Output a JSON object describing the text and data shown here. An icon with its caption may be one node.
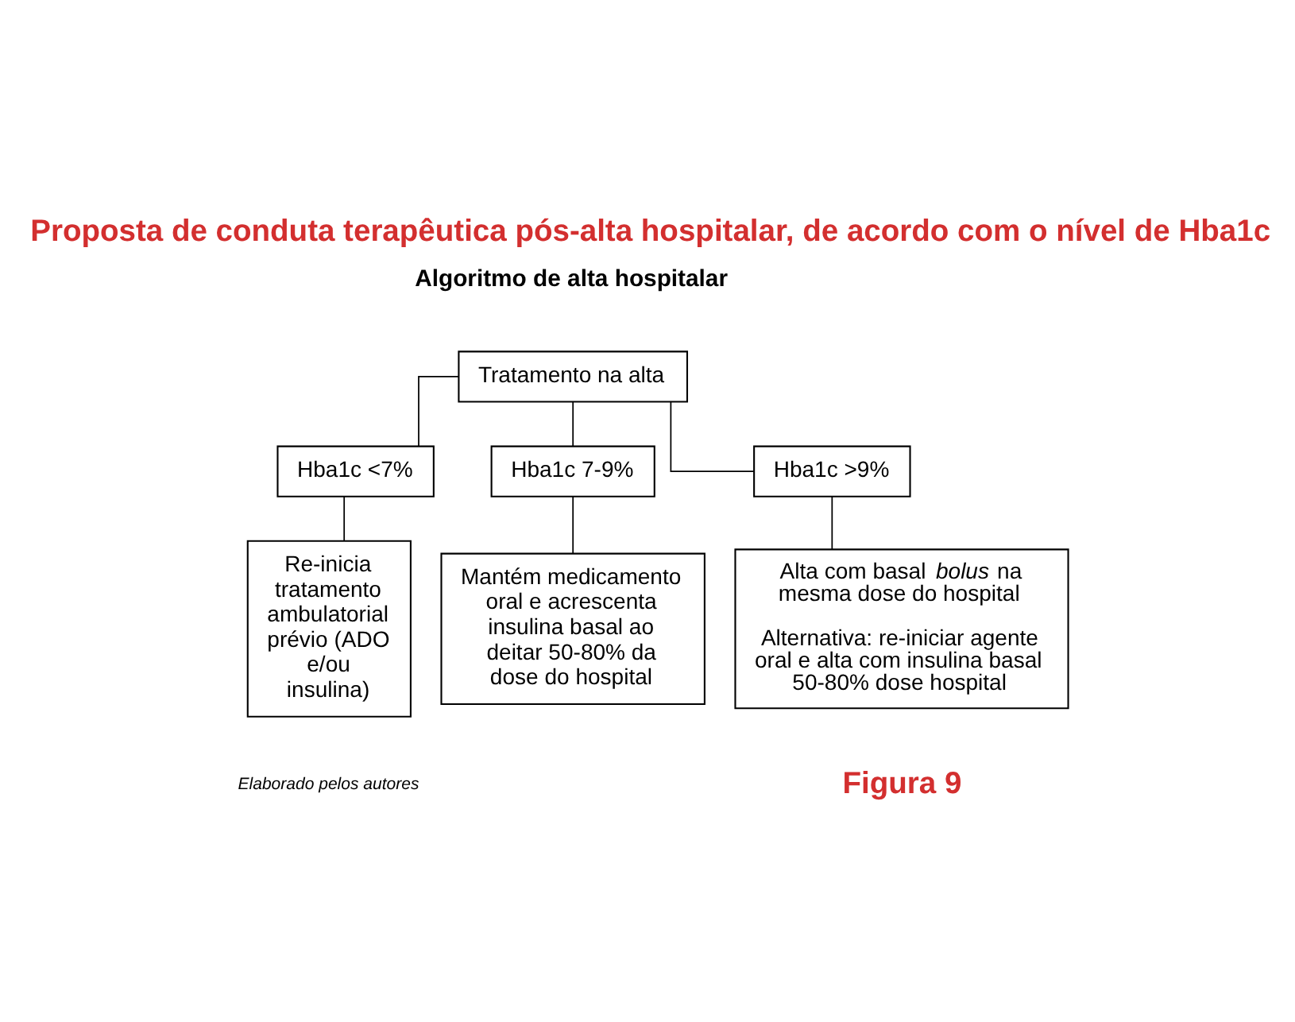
{
  "diagram": {
    "title": "Proposta de conduta terapêutica pós-alta hospitalar, de acordo com o nível de Hba1c",
    "nodes": [
      {
        "text": [
          "Tratamento na alta"
        ]
      },
      {
        "text": [
          "Hba1c <7%"
        ]
      },
      {
        "text": [
          "Hba1c 7-9%"
        ]
      },
      {
        "text": [
          "Hba1c >9%"
        ]
      },
      {
        "text": [
          "Re-inicia tratamento ambulatorial prévio (ADO e/ou insulina)"
        ]
      },
      {
        "text": [
          "Mantém medicamento oral e acrescenta insulina basal ao deitar 50-80% da dose do hospital"
        ]
      },
      {
        "text": [
          "Alta com basal *bolus* na mesma dose do hospital",
          "Alternativa: re-iniciar agente oral e alta com insulina basal 50-80% dose hospital"
        ]
      }
    ],
    "edges": [
      {
        "from": 0,
        "to": 1,
        "arrow": "none"
      },
      {
        "from": 0,
        "to": 2,
        "arrow": "none"
      },
      {
        "from": 0,
        "to": 3,
        "arrow": "none"
      },
      {
        "from": 1,
        "to": 4,
        "arrow": "none"
      },
      {
        "from": 2,
        "to": 5,
        "arrow": "none"
      },
      {
        "from": 3,
        "to": 6,
        "arrow": "none"
      }
    ],
    "labels": [
      "Algoritmo de alta hospitalar",
      "Elaborado pelos autores",
      "Figura 9"
    ]
  }
}
